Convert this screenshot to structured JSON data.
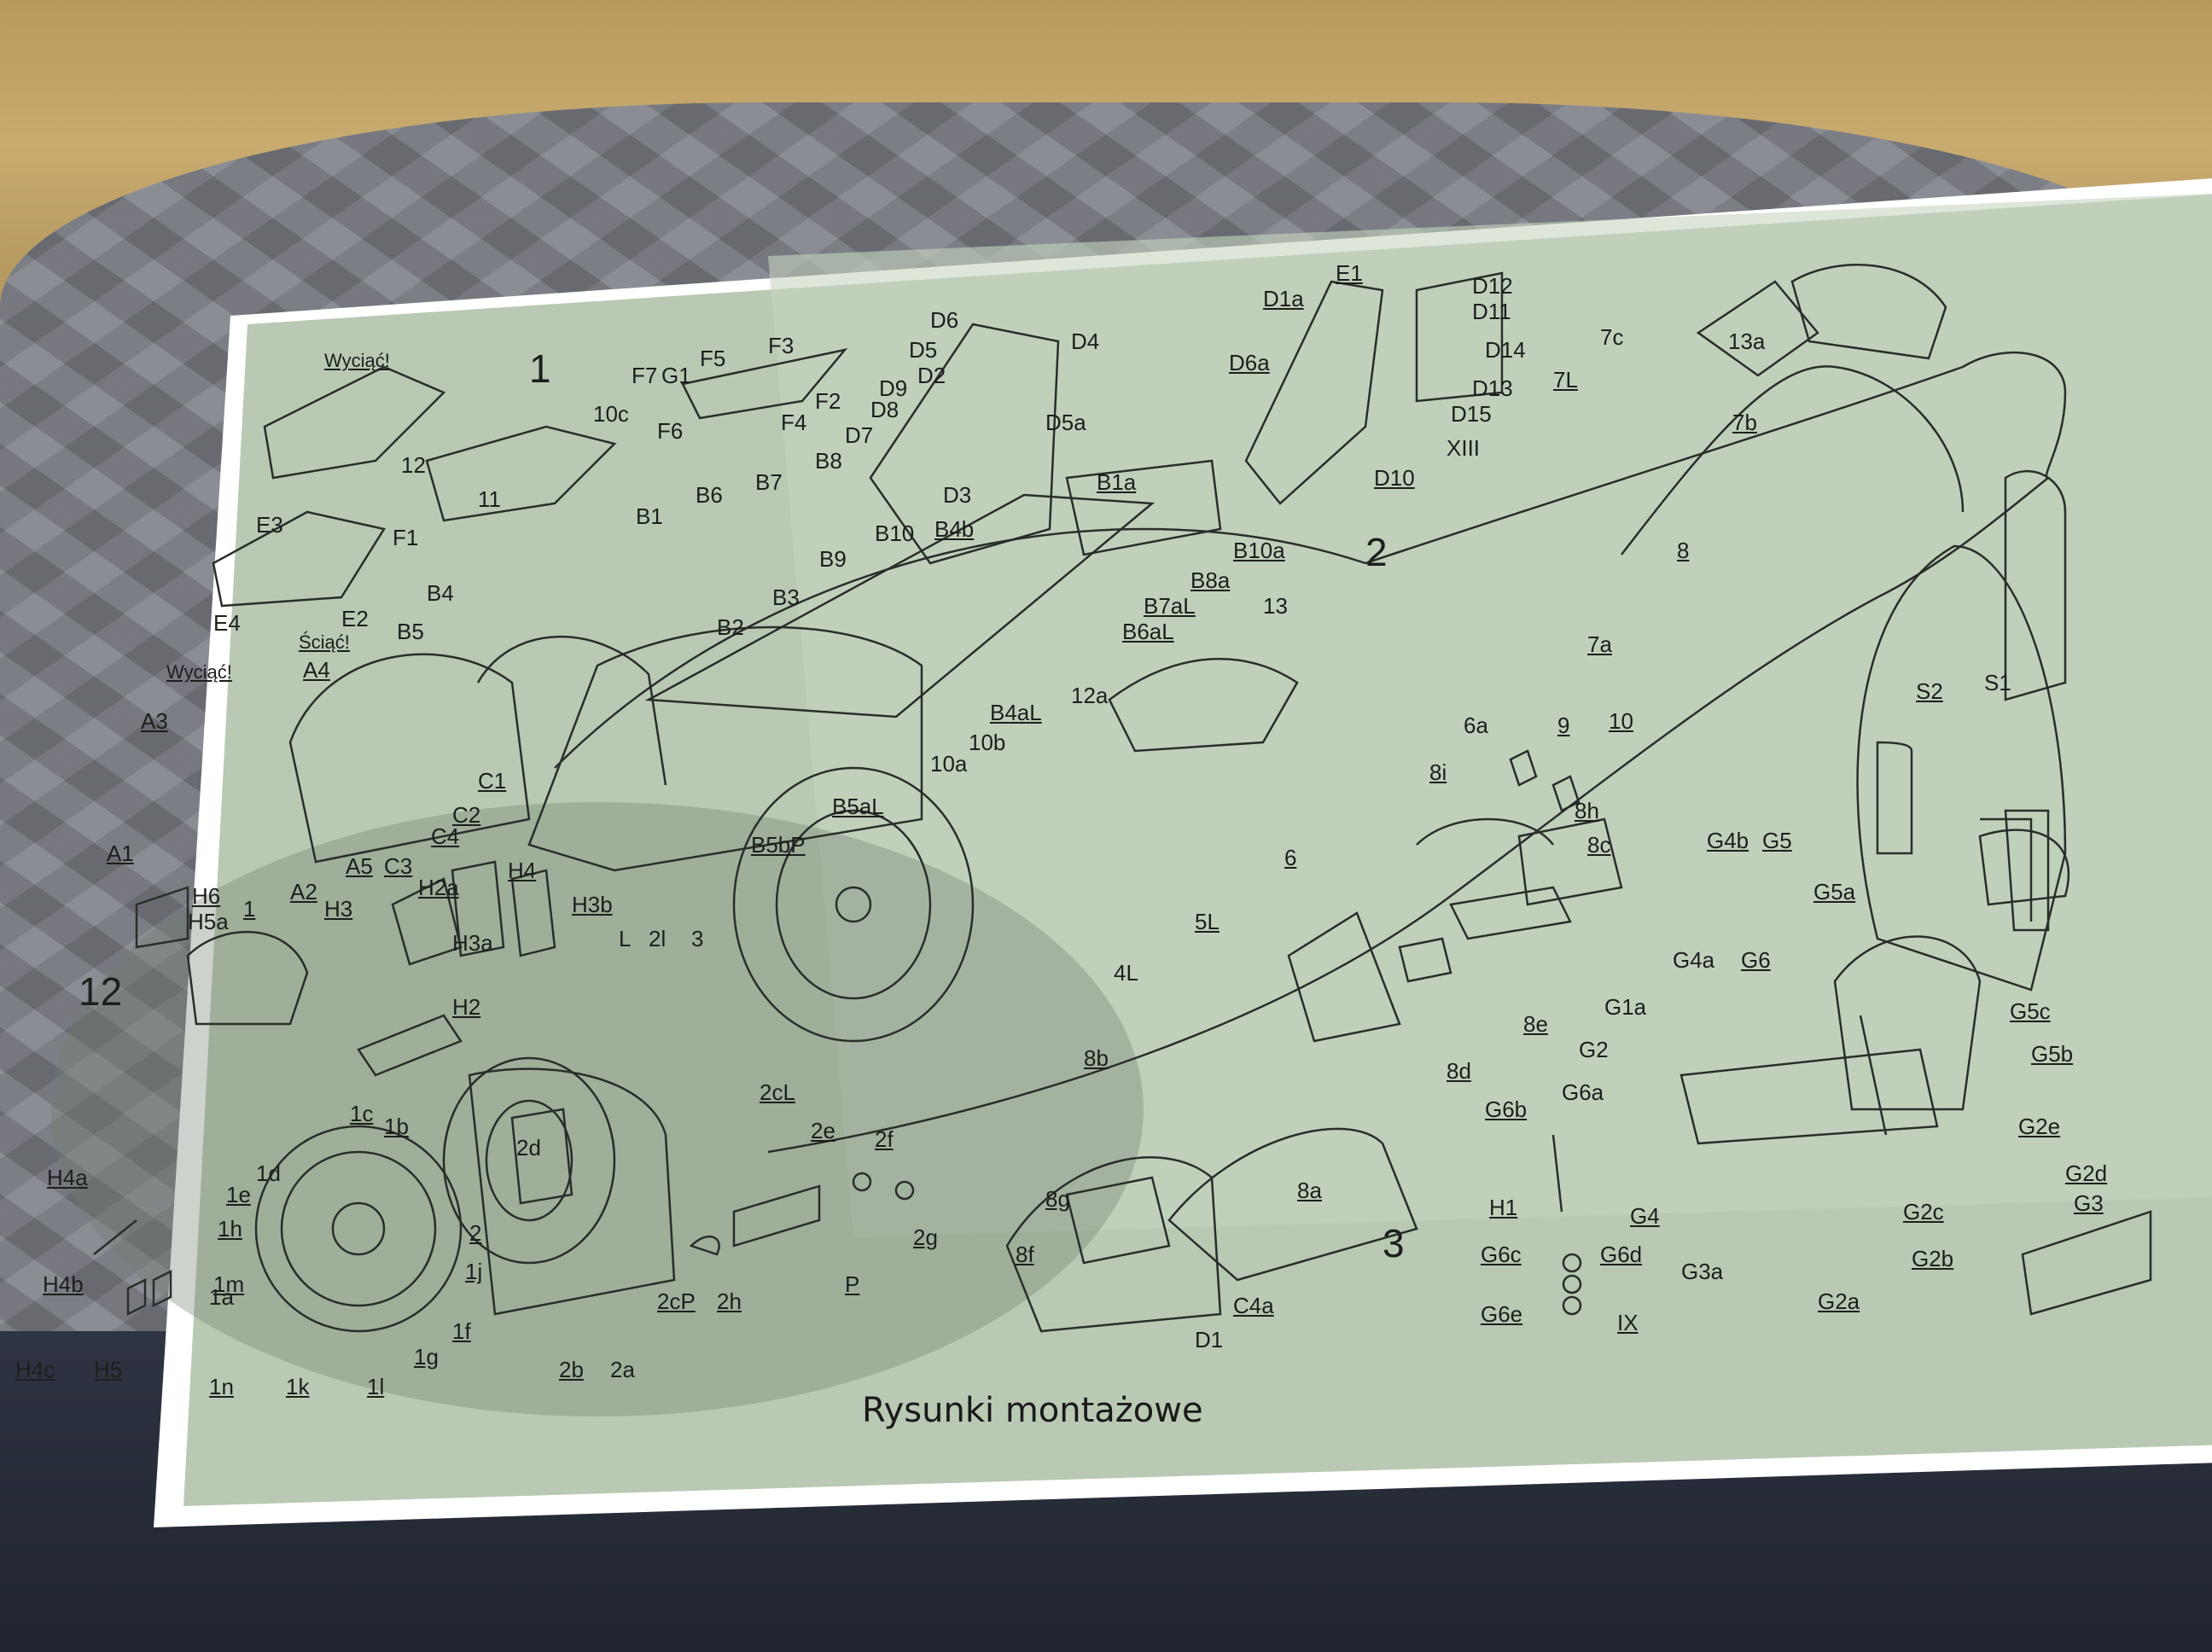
{
  "sheet": {
    "caption": "Rysunki montażowe",
    "section_numbers": [
      "1",
      "2",
      "3",
      "12"
    ],
    "notes": [
      "Wyciąć!",
      "Ściąć!",
      "Wyciąć!"
    ],
    "labels": [
      "A1",
      "A2",
      "A3",
      "A4",
      "A5",
      "B1",
      "B2",
      "B3",
      "B4",
      "B5",
      "B6",
      "B7",
      "B8",
      "B9",
      "B10",
      "B4b",
      "B1a",
      "B10a",
      "B8a",
      "B7aL",
      "B6aL",
      "B4aL",
      "B5aL",
      "B5bP",
      "C1",
      "C2",
      "C3",
      "C4",
      "C4a",
      "D1",
      "D2",
      "D3",
      "D4",
      "D5",
      "D6",
      "D7",
      "D8",
      "D9",
      "D5a",
      "D1a",
      "D6a",
      "D10",
      "D11",
      "D12",
      "D13",
      "D14",
      "D15",
      "XIII",
      "E1",
      "E2",
      "E3",
      "E4",
      "F1",
      "F2",
      "F3",
      "F4",
      "F5",
      "F6",
      "F7",
      "G1",
      "G1a",
      "G2",
      "G2a",
      "G2b",
      "G2c",
      "G2d",
      "G2e",
      "G3",
      "G3a",
      "G4",
      "G4a",
      "G4b",
      "G5",
      "G5a",
      "G5b",
      "G5c",
      "G6",
      "G6a",
      "G6b",
      "G6c",
      "G6d",
      "G6e",
      "IX",
      "H1",
      "H2",
      "H2a",
      "H3",
      "H3a",
      "H3b",
      "H4",
      "H4a",
      "H4b",
      "H4c",
      "H5",
      "H5a",
      "H6",
      "1",
      "1a",
      "1b",
      "1c",
      "1d",
      "1e",
      "1f",
      "1g",
      "1h",
      "1j",
      "1k",
      "1l",
      "1m",
      "1n",
      "2",
      "2a",
      "2b",
      "2cL",
      "2cP",
      "2d",
      "2e",
      "2f",
      "2g",
      "2h",
      "2l",
      "P",
      "L",
      "3",
      "4L",
      "5L",
      "6",
      "6a",
      "7a",
      "7b",
      "7c",
      "7L",
      "8",
      "8a",
      "8b",
      "8c",
      "8d",
      "8e",
      "8f",
      "8g",
      "8h",
      "8i",
      "9",
      "10",
      "10a",
      "10b",
      "10c",
      "11",
      "12",
      "12a",
      "13",
      "13a",
      "S1",
      "S2"
    ]
  }
}
